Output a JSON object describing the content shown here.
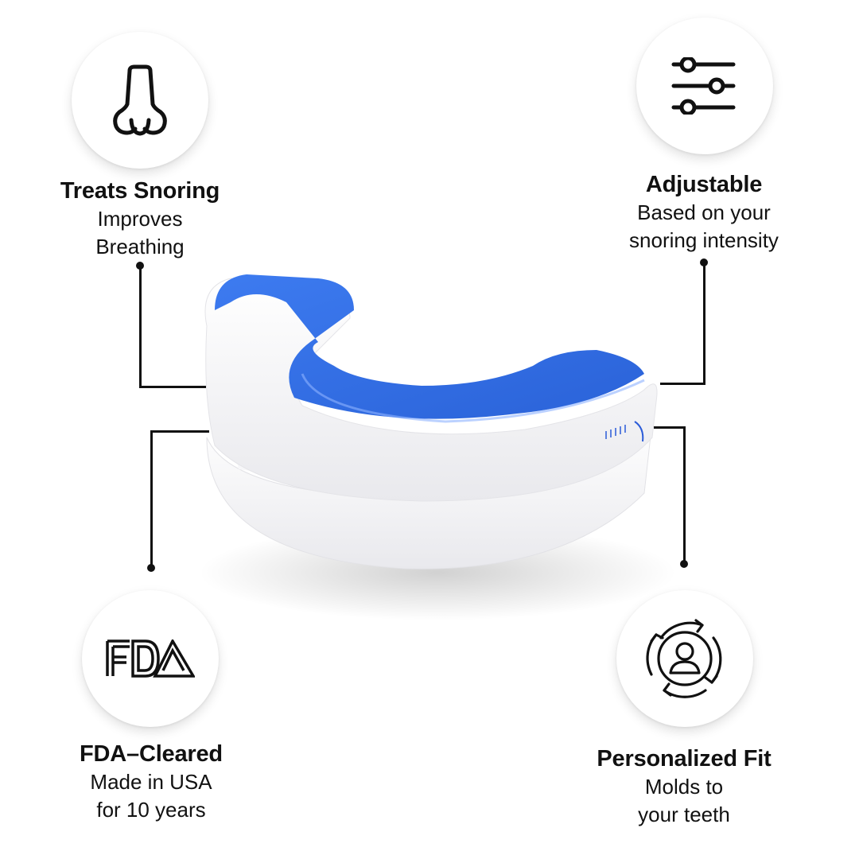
{
  "features": [
    {
      "id": "treats-snoring",
      "icon": "nose-icon",
      "title": "Treats Snoring",
      "lines": [
        "Improves",
        "Breathing"
      ]
    },
    {
      "id": "adjustable",
      "icon": "sliders-icon",
      "title": "Adjustable",
      "lines": [
        "Based on your",
        "snoring intensity"
      ]
    },
    {
      "id": "fda-cleared",
      "icon": "fda-logo-icon",
      "title": "FDA–Cleared",
      "lines": [
        "Made in USA",
        "for 10 years"
      ]
    },
    {
      "id": "personalized-fit",
      "icon": "user-cycle-icon",
      "title": "Personalized Fit",
      "lines": [
        "Molds to",
        "your teeth"
      ]
    }
  ],
  "product": {
    "name": "mouthguard",
    "colors": {
      "tray_blue": "#2f6fe0",
      "shell_white": "#f4f4f6"
    }
  }
}
